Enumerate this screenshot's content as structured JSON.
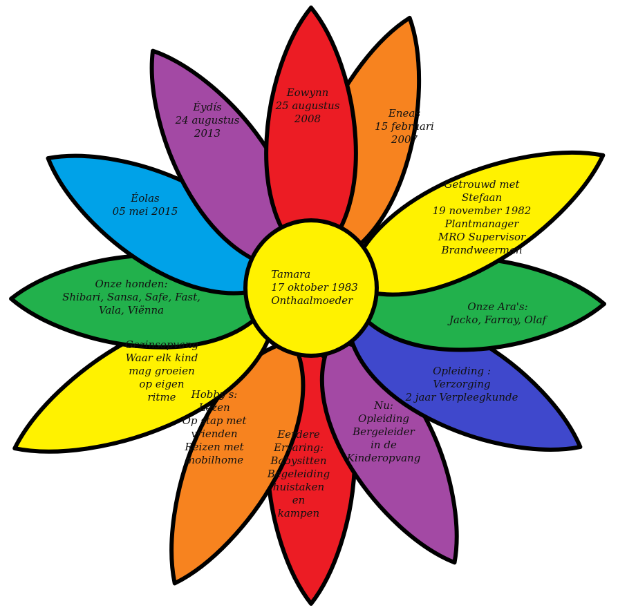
{
  "center": {
    "lines": [
      "Tamara",
      "17 oktober 1983",
      "Onthaalmoeder"
    ],
    "color": "#FFF200"
  },
  "petals": [
    {
      "id": "eowynn",
      "color": "#EC1C24",
      "lines": [
        "Eowynn",
        "25 augustus",
        "2008"
      ]
    },
    {
      "id": "eneas",
      "color": "#F7831F",
      "lines": [
        "Eneas",
        "15 februari",
        "2007"
      ]
    },
    {
      "id": "getrouwd",
      "color": "#FFF200",
      "lines": [
        "Getrouwd met",
        "Stefaan",
        "19 november 1982",
        "Plantmanager",
        "MRO Supervisor",
        "Brandweerman"
      ]
    },
    {
      "id": "aras",
      "color": "#22B14C",
      "lines": [
        "Onze Ara's:",
        "Jacko, Farray, Olaf"
      ]
    },
    {
      "id": "opleiding",
      "color": "#3F48CC",
      "lines": [
        "Opleiding :",
        "Verzorging",
        "2 jaar Verpleegkunde"
      ]
    },
    {
      "id": "nu",
      "color": "#A349A4",
      "lines": [
        "Nu:",
        "Opleiding",
        "Bergeleider",
        "in de",
        "Kinderopvang"
      ]
    },
    {
      "id": "ervaring",
      "color": "#EC1C24",
      "lines": [
        "Eerdere",
        "Ervaring:",
        "Babysitten",
        "Begeleiding",
        "huistaken",
        "en",
        "kampen"
      ]
    },
    {
      "id": "hobbys",
      "color": "#F7831F",
      "lines": [
        "Hobby's:",
        "Lezen",
        "Op stap met",
        "vrienden",
        "Reizen met",
        "mobilhome"
      ]
    },
    {
      "id": "gezinsopvang",
      "color": "#FFF200",
      "lines": [
        "Gezinsopvang",
        "Waar elk kind",
        "mag groeien",
        "op eigen",
        "ritme"
      ]
    },
    {
      "id": "honden",
      "color": "#22B14C",
      "lines": [
        "Onze honden:",
        "Shibari, Sansa, Safe, Fast,",
        "Vala, Viënna"
      ]
    },
    {
      "id": "eolas",
      "color": "#00A2E8",
      "lines": [
        "Éolas",
        "05 mei 2015"
      ]
    },
    {
      "id": "eydis",
      "color": "#A349A4",
      "lines": [
        "Éydís",
        "24 augustus",
        "2013"
      ]
    }
  ]
}
